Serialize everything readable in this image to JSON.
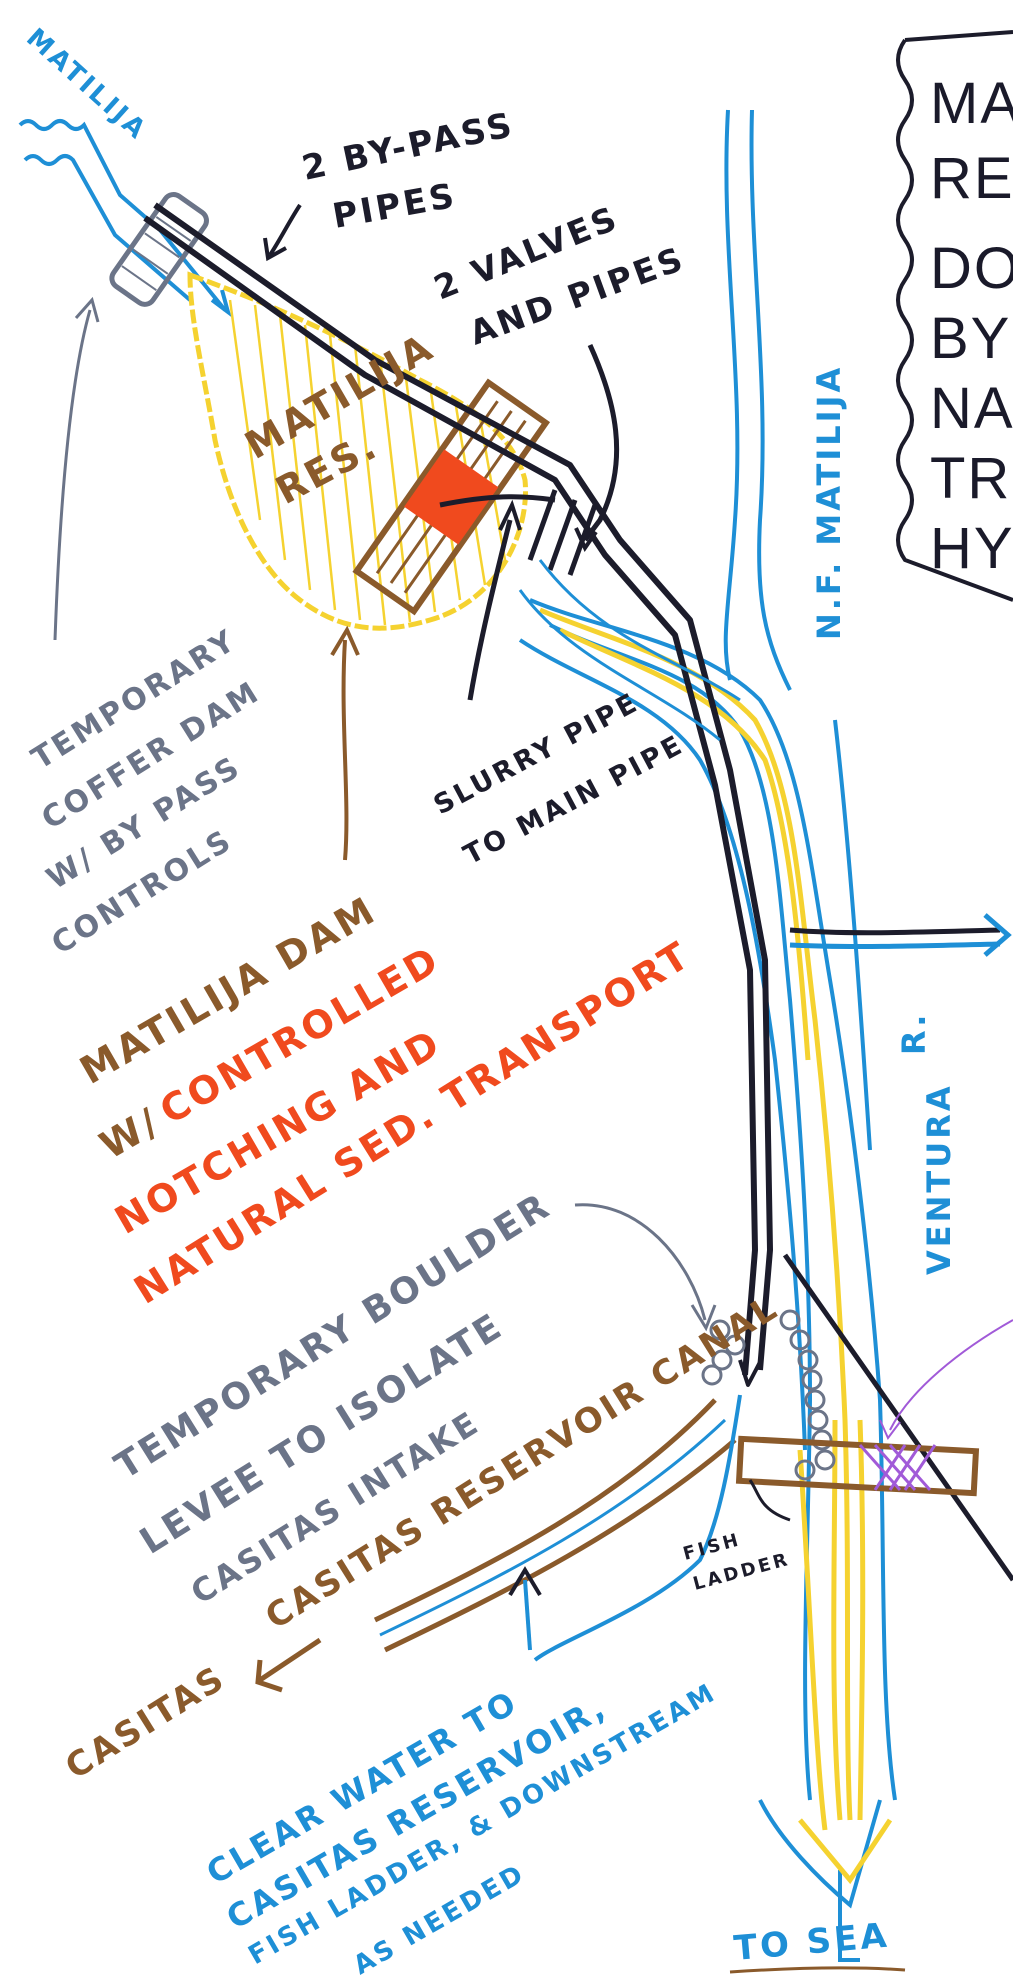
{
  "title_fragments": [
    "MA",
    "RE",
    "DO",
    "BY",
    "NA",
    "TR",
    "HY"
  ],
  "labels": {
    "matilija_creek": "MATILIJA",
    "bypass_pipes_1": "2 BY-PASS",
    "bypass_pipes_2": "PIPES",
    "valves_1": "2 VALVES",
    "valves_2": "AND PIPES",
    "reservoir_1": "MATILIJA",
    "reservoir_2": "RES.",
    "nf_matilija": "N.F. MATILIJA",
    "coffer_1": "TEMPORARY",
    "coffer_2": "COFFER DAM",
    "coffer_3": "W/ BY PASS",
    "coffer_4": "CONTROLS",
    "slurry_1": "SLURRY PIPE",
    "slurry_2": "TO MAIN PIPE",
    "dam_1": "MATILIJA DAM",
    "dam_2": "W/",
    "dam_3": "CONTROLLED",
    "dam_4": "NOTCHING AND",
    "dam_5": "NATURAL SED. TRANSPORT",
    "ventura_1": "VENTURA",
    "ventura_2": "R.",
    "levee_1": "TEMPORARY BOULDER",
    "levee_2": "LEVEE TO ISOLATE",
    "levee_3": "CASITAS INTAKE",
    "canal": "CASITAS RESERVOIR CANAL",
    "casitas": "CASITAS",
    "fish_ladder_1": "FISH",
    "fish_ladder_2": "LADDER",
    "clear_1": "CLEAR WATER TO",
    "clear_2": "CASITAS RESERVOIR,",
    "clear_3": "FISH LADDER, & DOWNSTREAM",
    "clear_4": "AS NEEDED",
    "to_sea": "TO SEA"
  },
  "colors": {
    "ink": "#1c1c2b",
    "blue": "#1e8fd6",
    "yellow": "#f5d230",
    "brown": "#8a5a2b",
    "red": "#f04a1e",
    "gray": "#6b7488",
    "purple": "#a15ad8"
  }
}
